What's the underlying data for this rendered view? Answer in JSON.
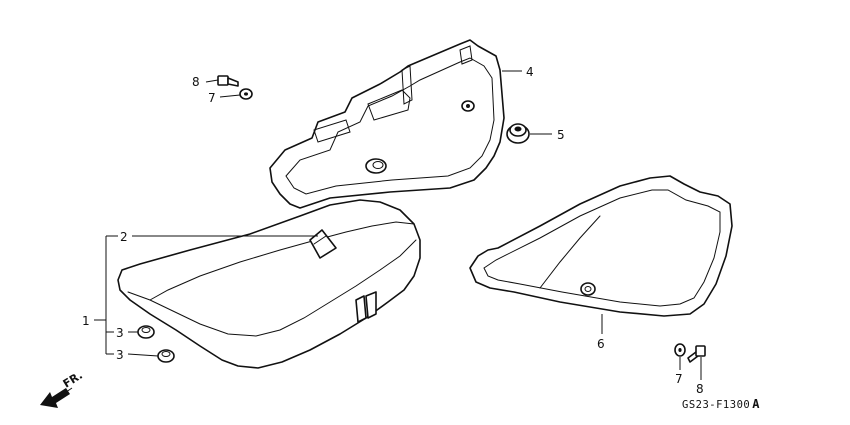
{
  "callouts": {
    "c1": "1",
    "c2": "2",
    "c3a": "3",
    "c3b": "3",
    "c4": "4",
    "c5": "5",
    "c6": "6",
    "c7a": "7",
    "c7b": "7",
    "c8a": "8",
    "c8b": "8"
  },
  "direction_label": "FR.",
  "diagram_code": "GS23-F1300",
  "diagram_code_suffix": "A",
  "icons": {
    "direction": "arrow-icon"
  }
}
